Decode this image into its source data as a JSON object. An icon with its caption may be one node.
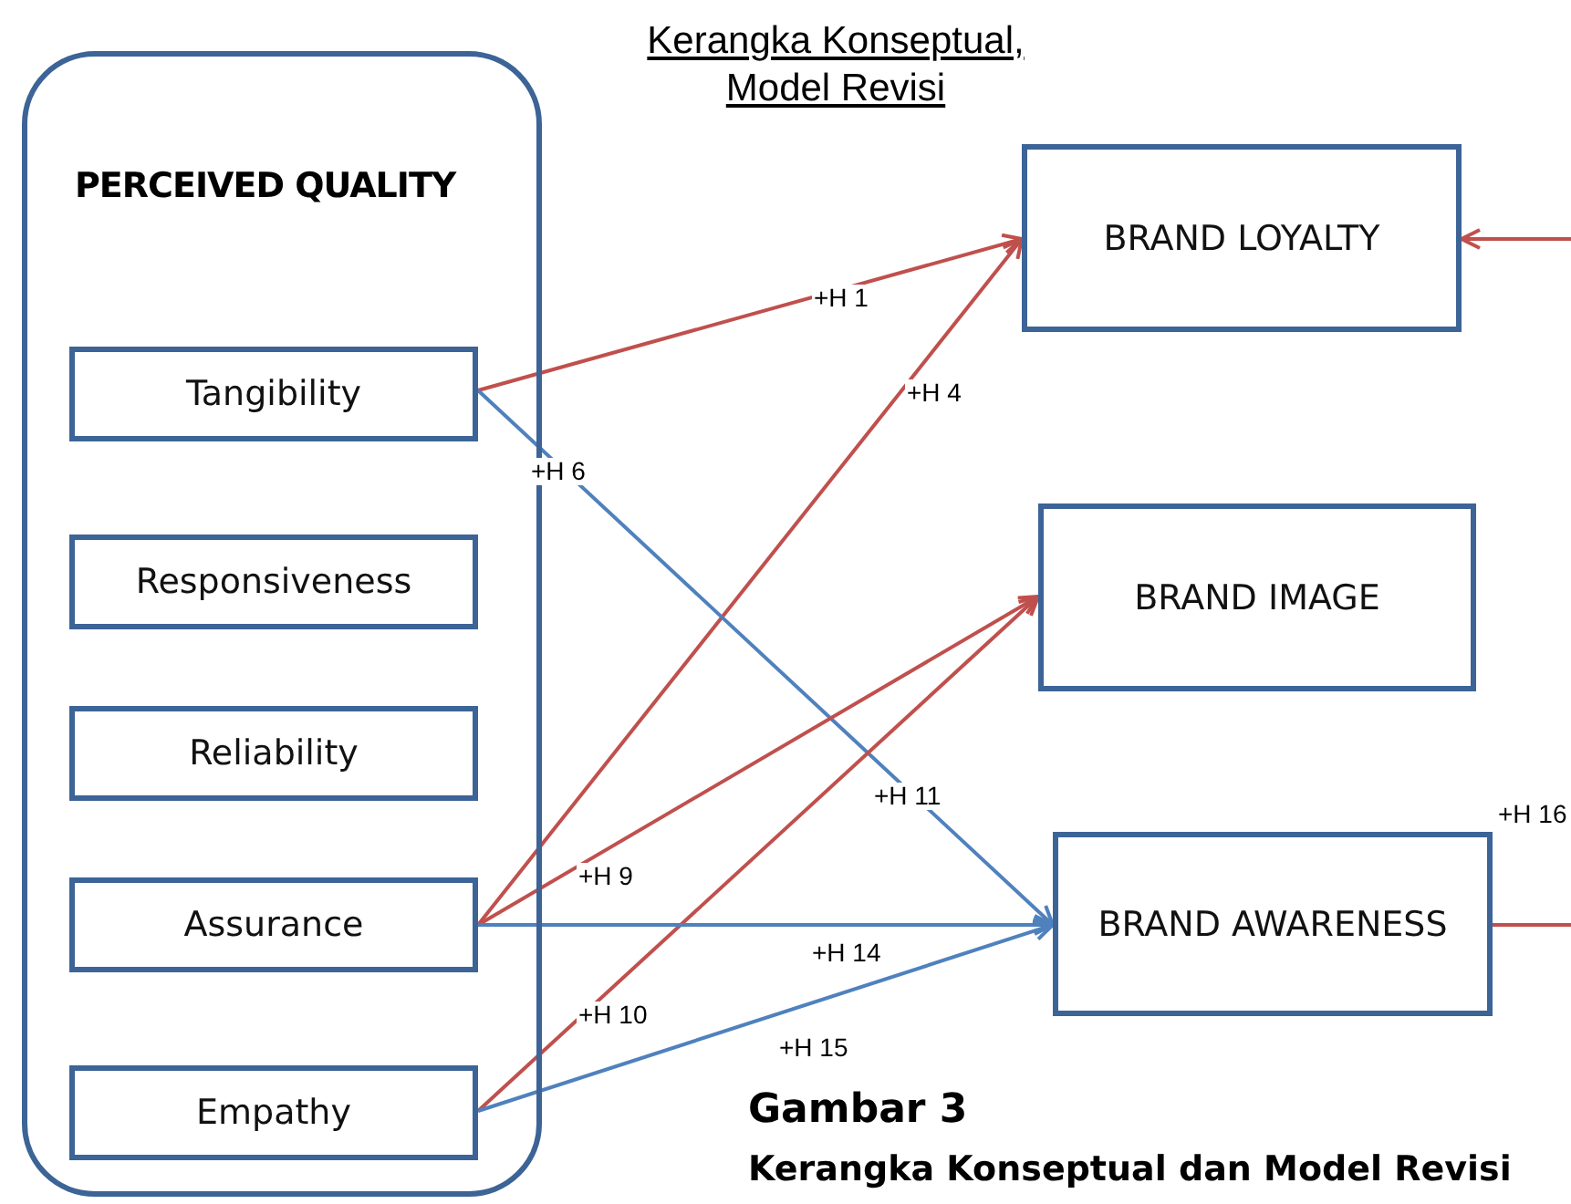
{
  "diagram": {
    "title": "Kerangka Konseptual, Model Revisi",
    "caption": "Gambar 3",
    "nodes": [
      {
        "text": [
          "PERCEIVED QUALITY"
        ]
      },
      {
        "text": [
          "Tangibility"
        ],
        "in": 0
      },
      {
        "text": [
          "Responsiveness"
        ],
        "in": 0
      },
      {
        "text": [
          "Reliability"
        ],
        "in": 0
      },
      {
        "text": [
          "Assurance"
        ],
        "in": 0
      },
      {
        "text": [
          "Empathy"
        ],
        "in": 0
      },
      {
        "text": [
          "BRAND LOYALTY"
        ]
      },
      {
        "text": [
          "BRAND IMAGE"
        ]
      },
      {
        "text": [
          "BRAND AWARENESS"
        ]
      }
    ],
    "edges": [
      {
        "from": 1,
        "to": 6,
        "arrow": "to",
        "label": "+H 1"
      },
      {
        "from": 4,
        "to": 6,
        "arrow": "to",
        "label": "+H 4"
      },
      {
        "from": 1,
        "to": 8,
        "arrow": "to",
        "label": "+H 6",
        "color": "#4f81bd"
      },
      {
        "from": 4,
        "to": 7,
        "arrow": "to",
        "label": "+H 9"
      },
      {
        "from": 5,
        "to": 7,
        "arrow": "to",
        "label": "+H 10"
      },
      {
        "from": 4,
        "to": 8,
        "arrow": "to",
        "label": "+H 14",
        "color": "#4f81bd"
      },
      {
        "from": 5,
        "to": 8,
        "arrow": "to",
        "label": "+H 15",
        "color": "#4f81bd"
      },
      {
        "from": 8,
        "to": 6,
        "arrow": "to",
        "label": "+H 16"
      }
    ],
    "labels": [
      "+H 11",
      "Kerangka Konseptual dan Model Revisi"
    ]
  }
}
